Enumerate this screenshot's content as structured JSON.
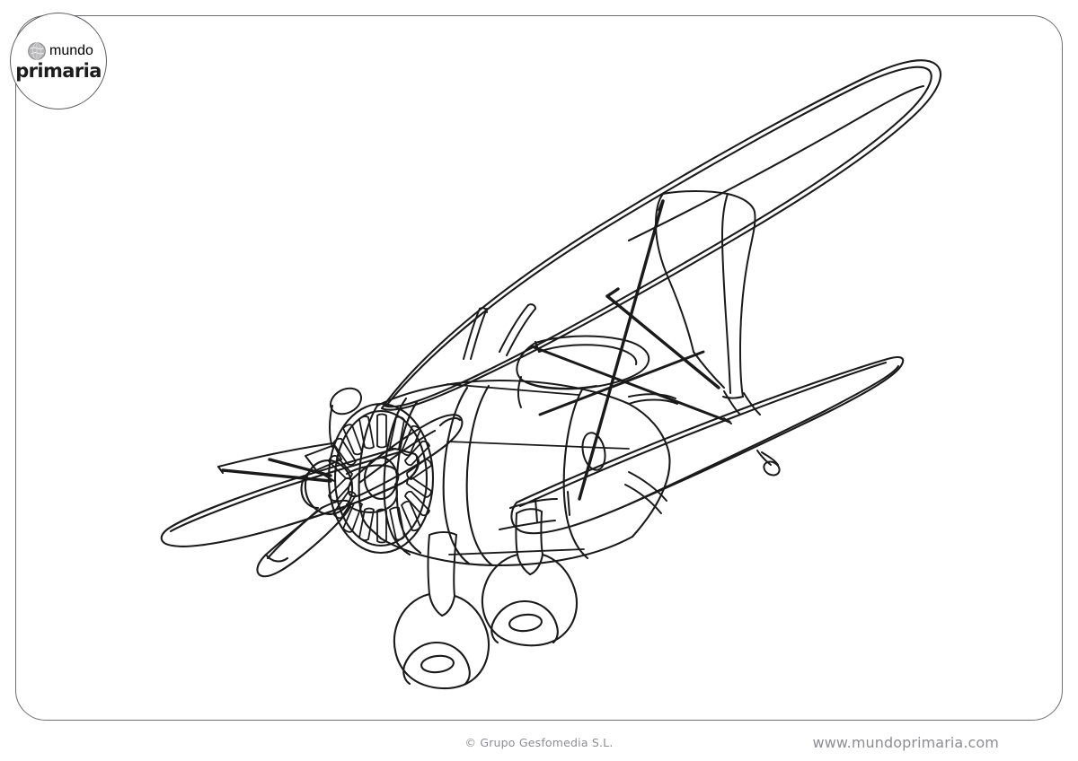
{
  "page": {
    "title": "Avión biplano para colorear",
    "background_color": "#ffffff",
    "frame_color": "#6e6e72",
    "ink_color": "#1a1a1a"
  },
  "logo": {
    "icon": "globe-icon",
    "line1": "mundo",
    "line2": "primaria",
    "circle_color": "#5f5f63"
  },
  "footer": {
    "copyright": "© Grupo Gesfomedia S.L.",
    "website": "www.mundoprimaria.com",
    "text_color": "#8d8d92"
  },
  "artwork": {
    "subject": "biplane-line-drawing",
    "description": "Black-and-white outline drawing of a vintage biplane with radial engine, two-blade propeller, spatted landing gear, upper and lower elliptical wings, cabane struts and bracing wires",
    "parts": [
      "upper-wing",
      "lower-wing",
      "left-lower-wing",
      "fuselage",
      "radial-engine",
      "propeller",
      "spinner",
      "cowling",
      "cockpit-canopy",
      "cabane-strut",
      "bracing-wires",
      "landing-gear-left",
      "landing-gear-right",
      "wheel-spat-left",
      "wheel-spat-right",
      "tail-skid",
      "exhaust-stub"
    ]
  }
}
